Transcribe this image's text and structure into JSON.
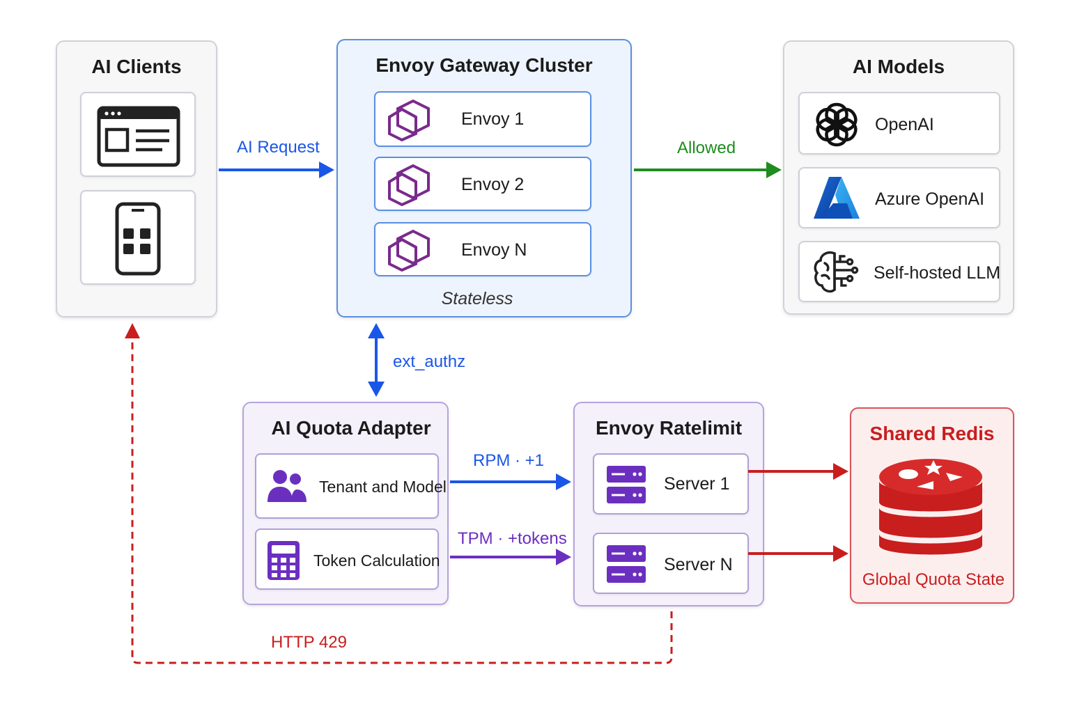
{
  "clients": {
    "title": "AI Clients",
    "items": [
      {
        "icon": "browser-window-icon"
      },
      {
        "icon": "mobile-phone-icon"
      }
    ]
  },
  "gateway": {
    "title": "Envoy Gateway Cluster",
    "nodes": [
      {
        "label": "Envoy 1",
        "icon": "envoy-hexagon-icon"
      },
      {
        "label": "Envoy 2",
        "icon": "envoy-hexagon-icon"
      },
      {
        "label": "Envoy N",
        "icon": "envoy-hexagon-icon"
      }
    ],
    "footer": "Stateless"
  },
  "models": {
    "title": "AI Models",
    "items": [
      {
        "label": "OpenAI",
        "icon": "openai-logo-icon"
      },
      {
        "label": "Azure OpenAI",
        "icon": "azure-logo-icon"
      },
      {
        "label": "Self-hosted LLM",
        "icon": "brain-circuit-icon"
      }
    ]
  },
  "adapter": {
    "title": "AI Quota Adapter",
    "items": [
      {
        "label": "Tenant and Model",
        "icon": "users-icon"
      },
      {
        "label": "Token Calculation",
        "icon": "calculator-icon"
      }
    ]
  },
  "ratelimit": {
    "title": "Envoy Ratelimit",
    "servers": [
      {
        "label": "Server 1",
        "icon": "server-icon"
      },
      {
        "label": "Server N",
        "icon": "server-icon"
      }
    ]
  },
  "redis": {
    "title": "Shared Redis",
    "caption": "Global Quota State",
    "icon": "redis-database-icon"
  },
  "edges": {
    "ai_request": "AI Request",
    "allowed": "Allowed",
    "ext_authz": "ext_authz",
    "rpm": "RPM · +1",
    "tpm": "TPM · +tokens",
    "http429": "HTTP 429"
  },
  "colors": {
    "blue": "#1a56e8",
    "green": "#1e8c1e",
    "purple": "#6b2fc0",
    "red": "#c81e1e",
    "envoy_purple": "#7a2a8c"
  }
}
